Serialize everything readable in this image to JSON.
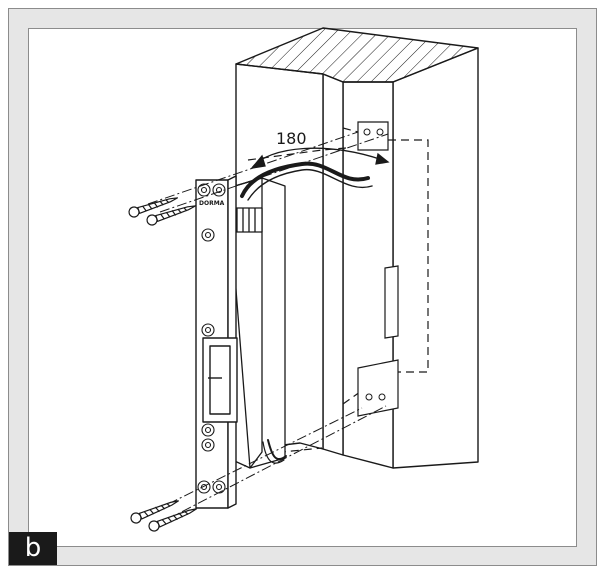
{
  "figure": {
    "panel_label": "b",
    "angle_label": "180",
    "brand_mark": "DORMA"
  },
  "colors": {
    "frame_bg": "#e6e6e6",
    "frame_border": "#8c8c8c",
    "line": "#1a1a1a",
    "fill": "#ffffff",
    "label_bg": "#1a1a1a",
    "label_text": "#ffffff"
  },
  "icons": [
    "screw-icon",
    "rotation-arrow-icon",
    "brand-logo"
  ]
}
